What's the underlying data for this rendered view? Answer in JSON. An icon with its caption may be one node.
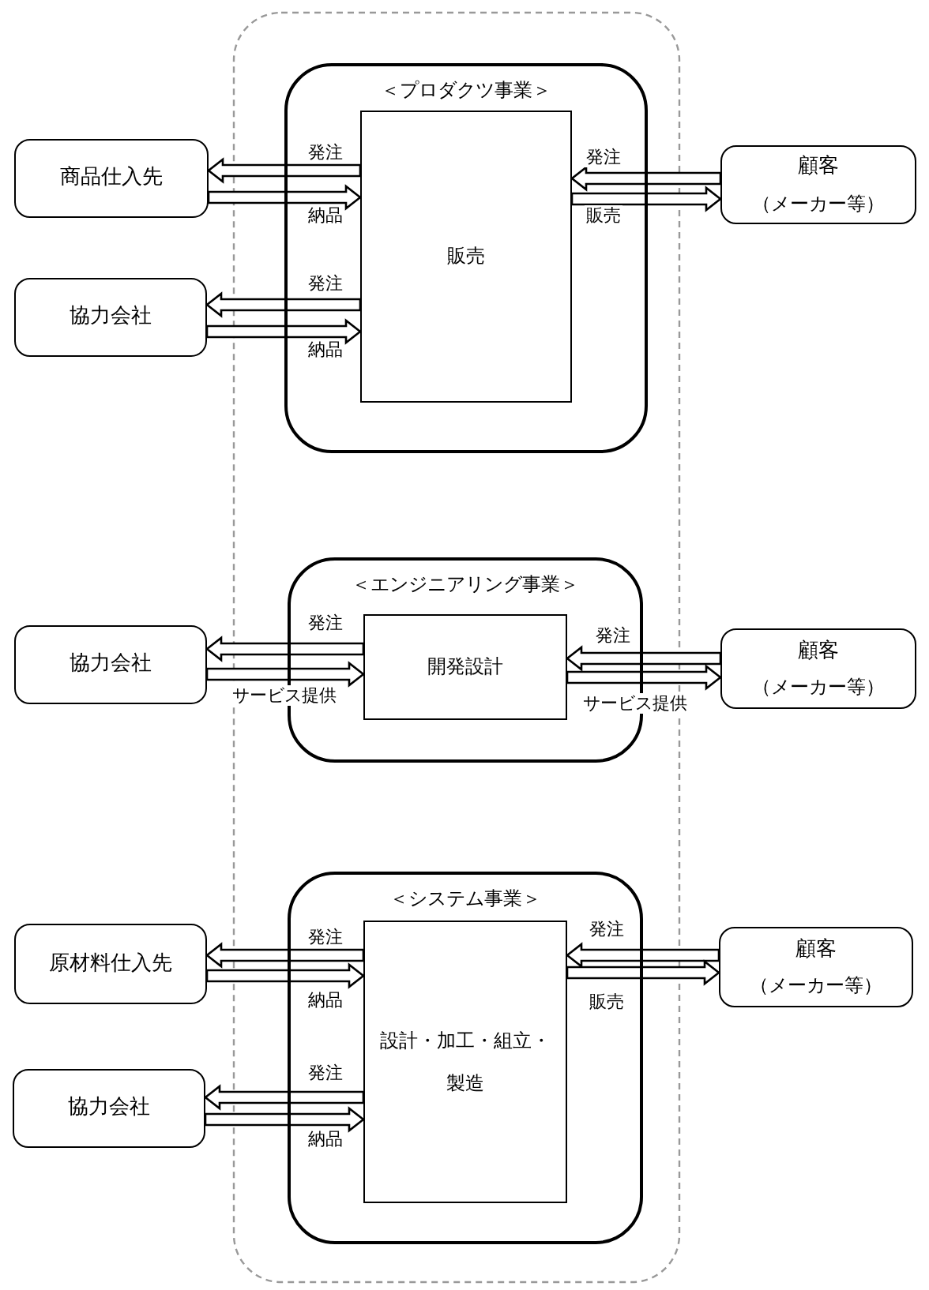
{
  "diagram": {
    "nodes": [
      {
        "text": [
          "商品仕入先"
        ]
      },
      {
        "text": [
          "＜プロダクツ事業＞"
        ]
      },
      {
        "text": [
          "販売"
        ],
        "in": 1
      },
      {
        "text": [
          "顧客",
          "（メーカー等）"
        ]
      },
      {
        "text": [
          "協力会社"
        ]
      },
      {
        "text": [
          "協力会社"
        ]
      },
      {
        "text": [
          "＜エンジニアリング事業＞"
        ]
      },
      {
        "text": [
          "開発設計"
        ],
        "in": 6
      },
      {
        "text": [
          "顧客",
          "（メーカー等）"
        ]
      },
      {
        "text": [
          "原材料仕入先"
        ]
      },
      {
        "text": [
          "＜システム事業＞"
        ]
      },
      {
        "text": [
          "設計・加工・組立・製造"
        ],
        "in": 10
      },
      {
        "text": [
          "顧客",
          "（メーカー等）"
        ]
      },
      {
        "text": [
          "協力会社"
        ]
      }
    ],
    "edges": [
      {
        "from": 2,
        "to": 0,
        "arrow": "to",
        "label": "発注"
      },
      {
        "from": 0,
        "to": 2,
        "arrow": "to",
        "label": "納品"
      },
      {
        "from": 2,
        "to": 4,
        "arrow": "to",
        "label": "発注"
      },
      {
        "from": 4,
        "to": 2,
        "arrow": "to",
        "label": "納品"
      },
      {
        "from": 3,
        "to": 2,
        "arrow": "to",
        "label": "発注"
      },
      {
        "from": 2,
        "to": 3,
        "arrow": "to",
        "label": "販売"
      },
      {
        "from": 7,
        "to": 5,
        "arrow": "to",
        "label": "発注"
      },
      {
        "from": 5,
        "to": 7,
        "arrow": "to",
        "label": "サービス提供"
      },
      {
        "from": 8,
        "to": 7,
        "arrow": "to",
        "label": "発注"
      },
      {
        "from": 7,
        "to": 8,
        "arrow": "to",
        "label": "サービス提供"
      },
      {
        "from": 11,
        "to": 9,
        "arrow": "to",
        "label": "発注"
      },
      {
        "from": 9,
        "to": 11,
        "arrow": "to",
        "label": "納品"
      },
      {
        "from": 11,
        "to": 13,
        "arrow": "to",
        "label": "発注"
      },
      {
        "from": 13,
        "to": 11,
        "arrow": "to",
        "label": "納品"
      },
      {
        "from": 12,
        "to": 11,
        "arrow": "to",
        "label": "発注"
      },
      {
        "from": 11,
        "to": 12,
        "arrow": "to",
        "label": "販売"
      }
    ]
  }
}
